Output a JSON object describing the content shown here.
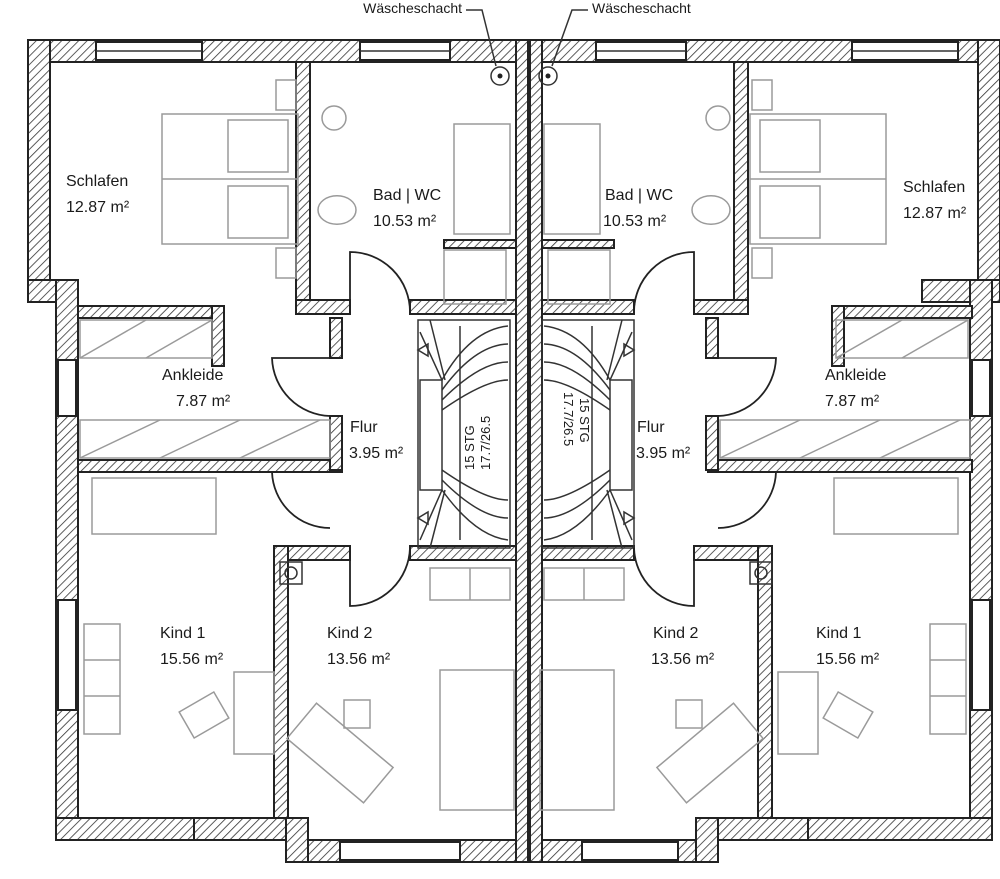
{
  "annotations": {
    "left_shaft": "Wäscheschacht",
    "right_shaft": "Wäscheschacht"
  },
  "rooms": {
    "left": {
      "schlafen_name": "Schlafen",
      "schlafen_area": "12.87 m²",
      "bad_name": "Bad | WC",
      "bad_area": "10.53 m²",
      "ankleide_name": "Ankleide",
      "ankleide_area": "7.87 m²",
      "flur_name": "Flur",
      "flur_area": "3.95 m²",
      "kind1_name": "Kind 1",
      "kind1_area": "15.56 m²",
      "kind2_name": "Kind 2",
      "kind2_area": "13.56 m²"
    },
    "right": {
      "schlafen_name": "Schlafen",
      "schlafen_area": "12.87 m²",
      "bad_name": "Bad | WC",
      "bad_area": "10.53 m²",
      "ankleide_name": "Ankleide",
      "ankleide_area": "7.87 m²",
      "flur_name": "Flur",
      "flur_area": "3.95 m²",
      "kind1_name": "Kind 1",
      "kind1_area": "15.56 m²",
      "kind2_name": "Kind 2",
      "kind2_area": "13.56 m²"
    }
  },
  "stairs": {
    "left_steps": "15 STG",
    "left_ratio": "17.7/26.5",
    "right_steps": "15 STG",
    "right_ratio": "17.7/26.5"
  }
}
